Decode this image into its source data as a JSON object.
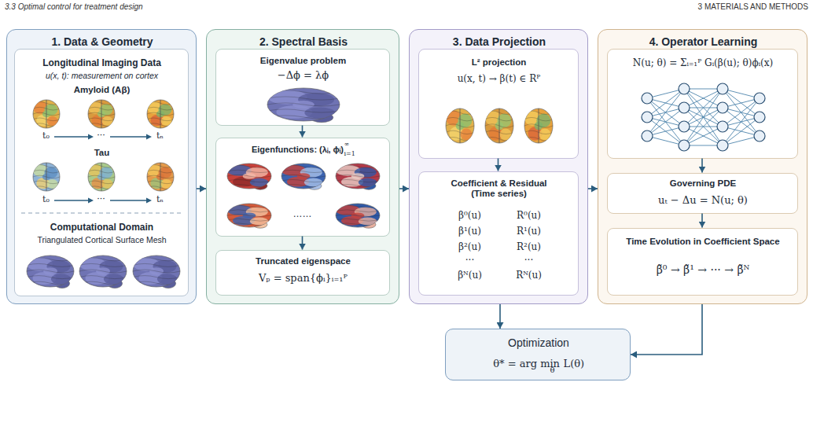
{
  "diagram": {
    "nodes": [
      {
        "text": [
          "1. Data & Geometry"
        ]
      },
      {
        "text": [
          "Longitudinal Imaging Data",
          "u(x, t): measurement on cortex",
          "Amyloid (Aβ)",
          "t₀",
          "···",
          "tₙ",
          "Tau",
          "t₀",
          "···",
          "tₙ",
          "Computational Domain",
          "Triangulated Cortical Surface Mesh"
        ],
        "in": 0
      },
      {
        "text": [
          "2. Spectral Basis"
        ]
      },
      {
        "text": [
          "Eigenvalue problem",
          "−Δϕ = λϕ"
        ],
        "in": 2
      },
      {
        "text": [
          "Eigenfunctions: (λᵢ, ϕᵢ)",
          "∞",
          "i=1",
          "……"
        ],
        "in": 2
      },
      {
        "text": [
          "Truncated eigenspace",
          "Vₚ = span{ϕᵢ}ᵢ₌₁ᴾ"
        ],
        "in": 2
      },
      {
        "text": [
          "3. Data Projection"
        ]
      },
      {
        "text": [
          "L² projection",
          "u(x, t) → β(t) ∈ Rᴾ"
        ],
        "in": 6
      },
      {
        "text": [
          "Coefficient & Residual (Time series)",
          "β⁰(u)",
          "R⁰(u)",
          "β¹(u)",
          "R¹(u)",
          "β²(u)",
          "R²(u)",
          "···",
          "···",
          "βᴺ(u)",
          "Rᴺ(u)"
        ],
        "in": 6
      },
      {
        "text": [
          "4. Operator Learning"
        ]
      },
      {
        "text": [
          "N(u; θ) = Σᵢ₌₁ᴾ Gᵢ(β(u); θ)ϕᵢ(x)"
        ],
        "in": 9
      },
      {
        "text": [
          "Governing PDE",
          "uₜ − Δu = N(u; θ)"
        ],
        "in": 9
      },
      {
        "text": [
          "Time Evolution in Coefficient Space",
          "β̃⁰ → β̃¹ → ··· → β̃ᴺ"
        ],
        "in": 9
      },
      {
        "text": [
          "Optimization",
          "θ* = arg min",
          "θ",
          "L(θ)"
        ]
      }
    ],
    "edges": [
      {
        "from": 0,
        "to": 2,
        "arrow": "to"
      },
      {
        "from": 2,
        "to": 6,
        "arrow": "to"
      },
      {
        "from": 6,
        "to": 9,
        "arrow": "to"
      },
      {
        "from": 3,
        "to": 4,
        "arrow": "to"
      },
      {
        "from": 4,
        "to": 5,
        "arrow": "to"
      },
      {
        "from": 7,
        "to": 8,
        "arrow": "to"
      },
      {
        "from": 10,
        "to": 11,
        "arrow": "to"
      },
      {
        "from": 11,
        "to": 12,
        "arrow": "to"
      },
      {
        "from": 6,
        "to": 13,
        "arrow": "to"
      },
      {
        "from": 9,
        "to": 13,
        "arrow": "to"
      }
    ],
    "labels": [
      "3.3 Optimal control for treatment design",
      "3 MATERIALS AND METHODS"
    ]
  }
}
